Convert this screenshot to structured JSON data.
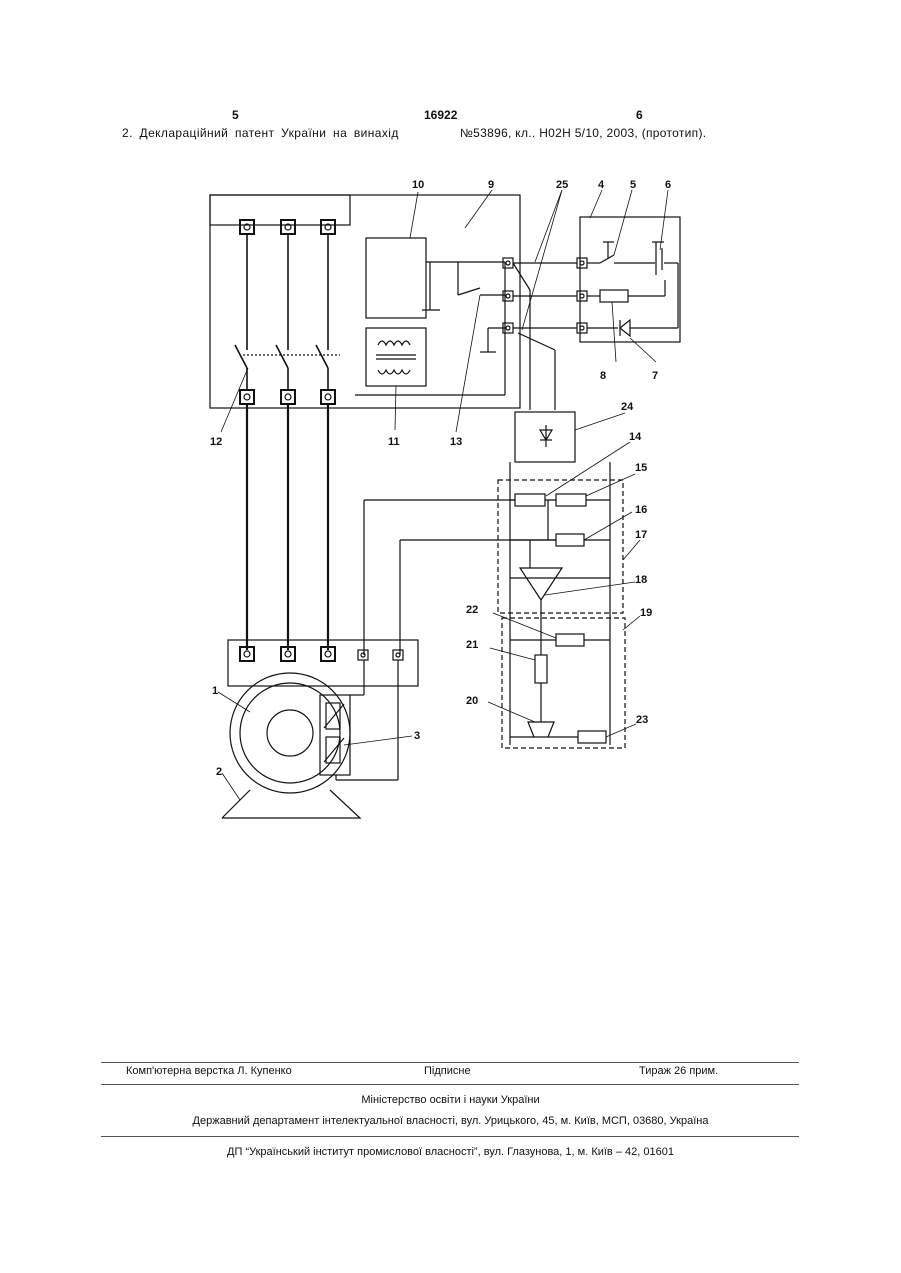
{
  "header": {
    "left_page": "5",
    "patent_number": "16922",
    "right_page": "6"
  },
  "references": {
    "item2_left": "2. Декларацій­ний патент України на винахід",
    "item2_right": "№53896, кл.. H02H 5/10, 2003, (прототип)."
  },
  "figure": {
    "labels": [
      "1",
      "2",
      "3",
      "4",
      "5",
      "6",
      "7",
      "8",
      "9",
      "10",
      "11",
      "12",
      "13",
      "14",
      "15",
      "16",
      "17",
      "18",
      "19",
      "20",
      "21",
      "22",
      "23",
      "24",
      "25"
    ]
  },
  "footer": {
    "layout": "Комп'ютерна верстка Л. Купенко",
    "signed": "Підписне",
    "circulation": "Тираж 26 прим.",
    "ministry": "Міністерство освіти і науки України",
    "department": "Державний департамент інтелектуальної власності, вул. Урицького, 45, м. Київ, МСП, 03680, Україна",
    "institute": "ДП “Український інститут промислової власності”, вул. Глазунова, 1, м. Київ – 42, 01601"
  }
}
